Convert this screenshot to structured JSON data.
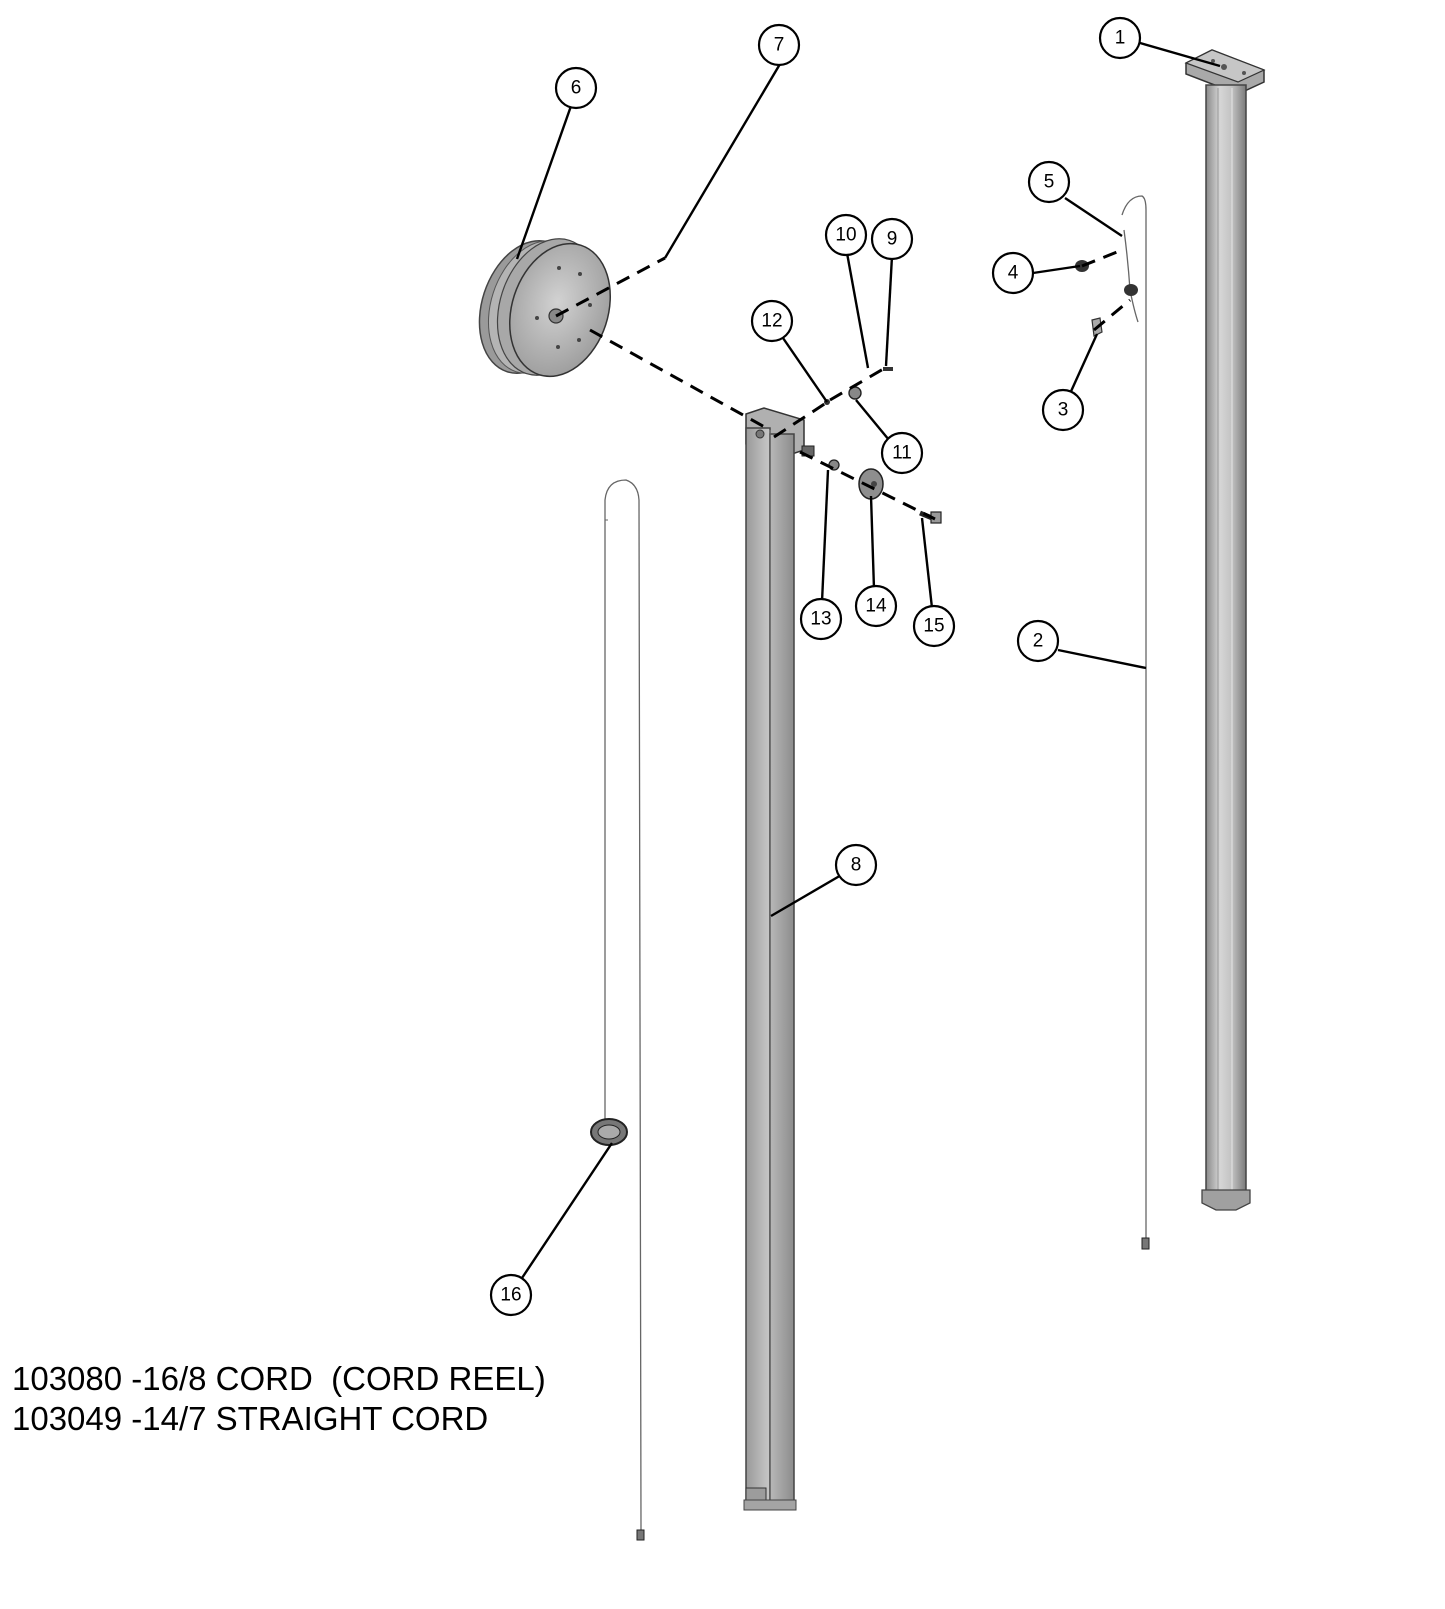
{
  "callouts": [
    {
      "label": "1"
    },
    {
      "label": "2"
    },
    {
      "label": "3"
    },
    {
      "label": "4"
    },
    {
      "label": "5"
    },
    {
      "label": "6"
    },
    {
      "label": "7"
    },
    {
      "label": "8"
    },
    {
      "label": "9"
    },
    {
      "label": "10"
    },
    {
      "label": "11"
    },
    {
      "label": "12"
    },
    {
      "label": "13"
    },
    {
      "label": "14"
    },
    {
      "label": "15"
    },
    {
      "label": "16"
    }
  ],
  "notes": {
    "line1": "103080 -16/8 CORD  (CORD REEL)",
    "line2": "103049 -14/7 STRAIGHT CORD"
  }
}
